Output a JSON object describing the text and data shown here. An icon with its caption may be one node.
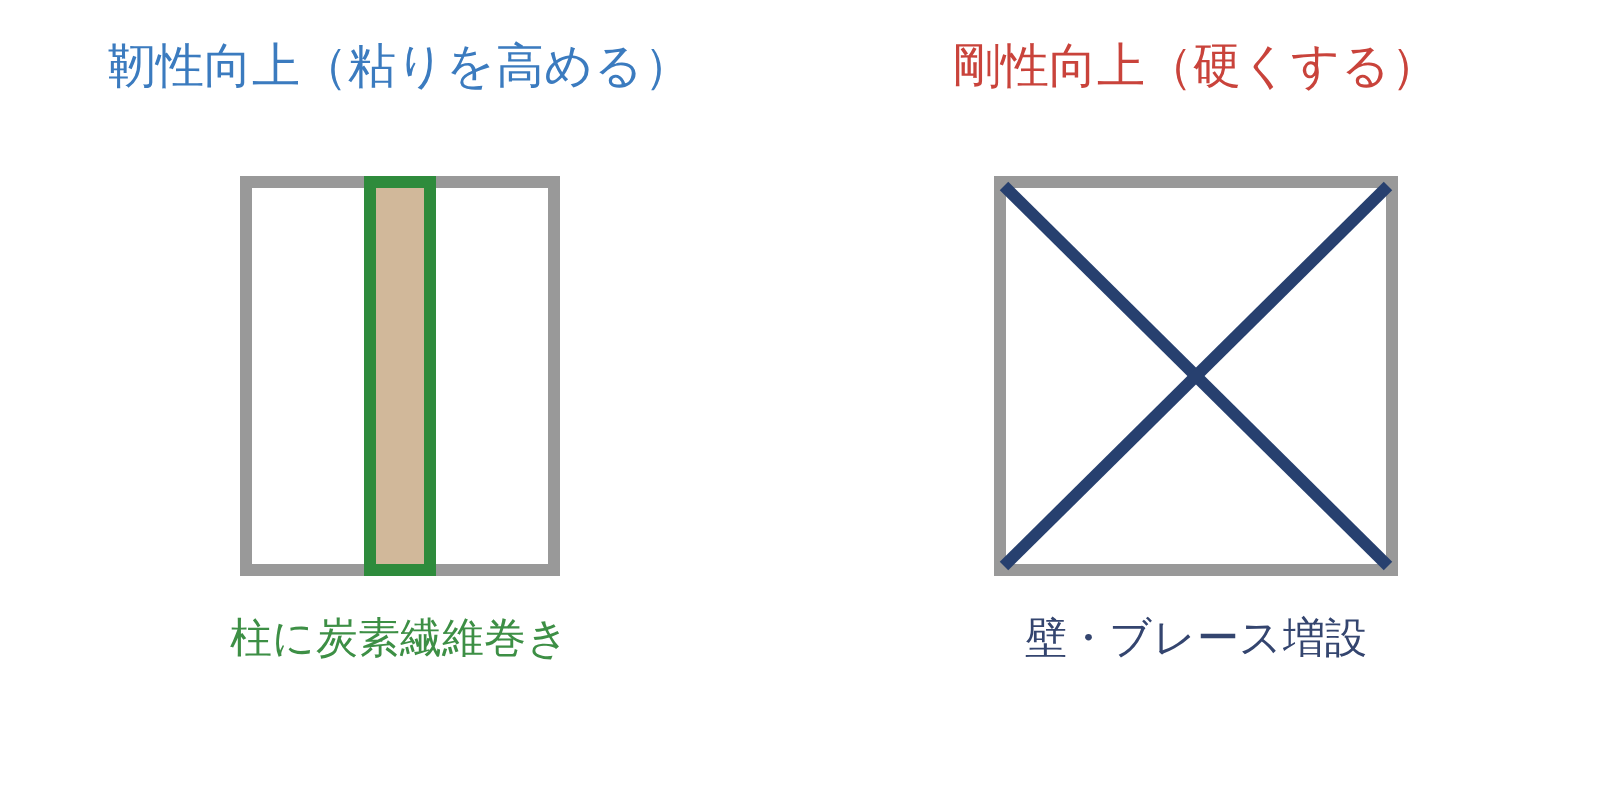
{
  "diagram": {
    "nodes": [
      {
        "text": [
          "靭性向上（粘りを高める）"
        ],
        "beside": [
          "柱に炭素繊維巻き"
        ]
      },
      {
        "text": [],
        "shape": "bar",
        "in": 0
      },
      {
        "text": [
          "剛性向上（硬くする）"
        ],
        "beside": [
          "壁・ブレース増設"
        ]
      }
    ]
  }
}
